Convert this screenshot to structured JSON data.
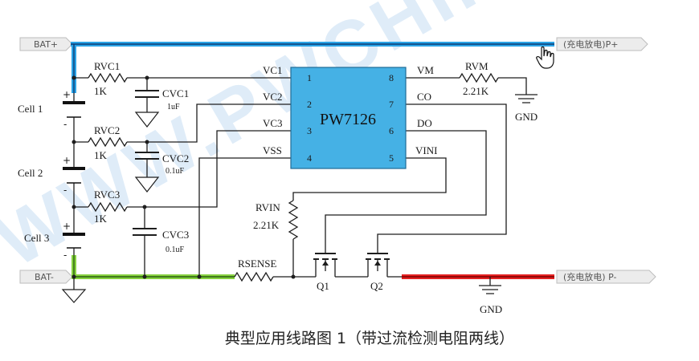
{
  "watermark": "WWW.PWCHIP",
  "colors": {
    "bat_plus_highlight": "#2ba3e6",
    "bat_minus_highlight": "#86d13f",
    "p_minus_highlight": "#e52222",
    "chip_fill": "#45b1e5",
    "watermark": "#3d8fd8"
  },
  "terminals": {
    "bat_plus": "BAT+",
    "bat_minus": "BAT-",
    "p_plus": "(充电放电)P+",
    "p_minus": "(充电放电) P-"
  },
  "cells": [
    {
      "label": "Cell 1",
      "plus": "+",
      "minus": "-"
    },
    {
      "label": "Cell 2",
      "plus": "+",
      "minus": "-"
    },
    {
      "label": "Cell 3",
      "plus": "+",
      "minus": "-"
    }
  ],
  "resistors": {
    "rvc1": {
      "name": "RVC1",
      "value": "1K"
    },
    "rvc2": {
      "name": "RVC2",
      "value": "1K"
    },
    "rvc3": {
      "name": "RVC3",
      "value": "1K"
    },
    "rvm": {
      "name": "RVM",
      "value": "2.21K"
    },
    "rvin": {
      "name": "RVIN",
      "value": "2.21K"
    },
    "rsense": {
      "name": "RSENSE"
    }
  },
  "capacitors": {
    "cvc1": {
      "name": "CVC1",
      "value": "1uF"
    },
    "cvc2": {
      "name": "CVC2",
      "value": "0.1uF"
    },
    "cvc3": {
      "name": "CVC3",
      "value": "0.1uF"
    }
  },
  "chip": {
    "part": "PW7126",
    "left_pins": [
      {
        "num": "1",
        "signal": "VC1"
      },
      {
        "num": "2",
        "signal": "VC2"
      },
      {
        "num": "3",
        "signal": "VC3"
      },
      {
        "num": "4",
        "signal": "VSS"
      }
    ],
    "right_pins": [
      {
        "num": "8",
        "signal": "VM"
      },
      {
        "num": "7",
        "signal": "CO"
      },
      {
        "num": "6",
        "signal": "DO"
      },
      {
        "num": "5",
        "signal": "VINI"
      }
    ]
  },
  "mosfets": [
    "Q1",
    "Q2"
  ],
  "grounds": [
    "GND",
    "GND"
  ],
  "caption": "典型应用线路图 1（带过流检测电阻两线）",
  "icons": {
    "cursor": "hand-cursor-icon"
  }
}
